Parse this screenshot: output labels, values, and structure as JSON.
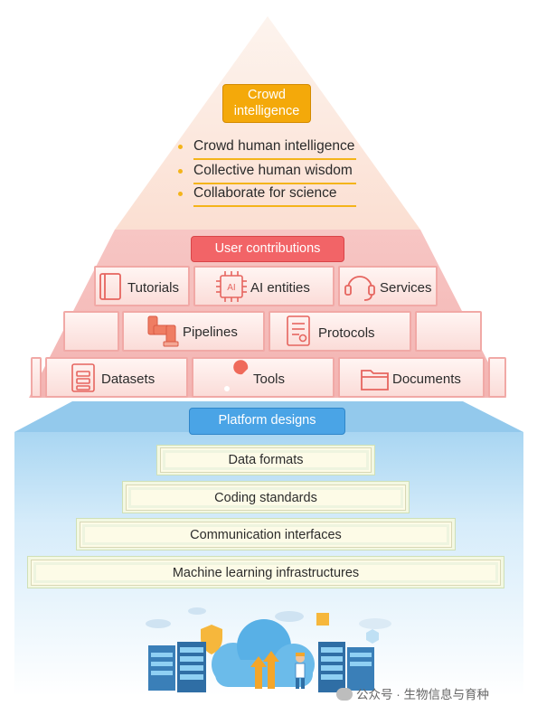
{
  "crowd": {
    "badge": "Crowd intelligence",
    "bullets": [
      "Crowd human intelligence",
      "Collective human wisdom",
      "Collaborate for science"
    ]
  },
  "user_contributions": {
    "badge": "User contributions",
    "items": [
      {
        "label": "Tutorials",
        "icon": "book-icon"
      },
      {
        "label": "AI entities",
        "icon": "ai-chip-icon"
      },
      {
        "label": "Services",
        "icon": "headset-icon"
      },
      {
        "label": "Pipelines",
        "icon": "pipe-icon"
      },
      {
        "label": "Protocols",
        "icon": "certificate-icon"
      },
      {
        "label": "Datasets",
        "icon": "database-icon"
      },
      {
        "label": "Tools",
        "icon": "wrench-icon"
      },
      {
        "label": "Documents",
        "icon": "folder-icon"
      }
    ]
  },
  "platform": {
    "badge": "Platform designs",
    "layers": [
      "Data formats",
      "Coding standards",
      "Communication interfaces",
      "Machine learning infrastructures"
    ]
  },
  "watermark": "公众号 · 生物信息与育种",
  "colors": {
    "crowd_badge": "#f4a90a",
    "user_badge": "#f26467",
    "platform_badge": "#4aa4e6",
    "pyramid_top": "#fde8dc",
    "brick_border": "#f1a9a6",
    "platform_bg": "#cfe8f8"
  }
}
